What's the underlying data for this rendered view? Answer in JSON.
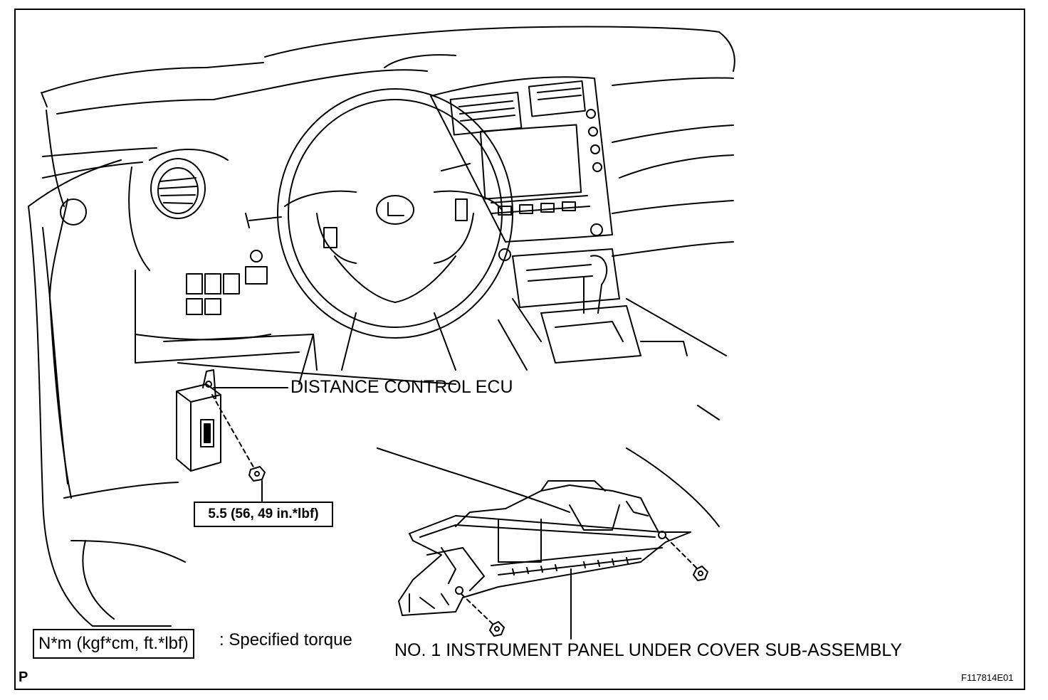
{
  "labels": {
    "ecu": "DISTANCE CONTROL ECU",
    "torque_value": "5.5 (56, 49 in.*lbf)",
    "panel": "NO. 1 INSTRUMENT PANEL UNDER COVER SUB-ASSEMBLY"
  },
  "legend": {
    "units": "N*m (kgf*cm, ft.*lbf)",
    "text": ": Specified torque"
  },
  "corner_mark": "P",
  "figure_id": "F117814E01",
  "icons": [
    "steering-wheel-icon",
    "lexus-emblem-icon",
    "ecu-module-icon",
    "nut-icon",
    "bolt-icon"
  ],
  "colors": {
    "line": "#000000",
    "background": "#ffffff"
  }
}
